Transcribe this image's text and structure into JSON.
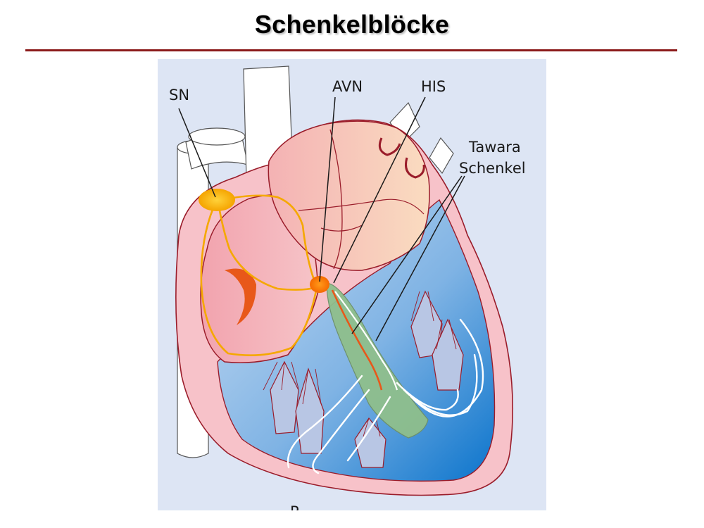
{
  "slide": {
    "title": "Schenkelblöcke"
  },
  "diagram": {
    "labels": {
      "sn": "SN",
      "avn": "AVN",
      "his": "HIS",
      "tawara_line1": "Tawara",
      "tawara_line2": "Schenkel",
      "bottom_cut": "P"
    },
    "colors": {
      "rule": "#8b1a1a",
      "figure_bg": "#dde5f4",
      "myocardium": "#f5b8c0",
      "outline": "#9a1c2a",
      "conduction": "#f5a800",
      "his_bundle": "#8fbf8c",
      "ventricle_blue": "#1a7fd0"
    }
  }
}
